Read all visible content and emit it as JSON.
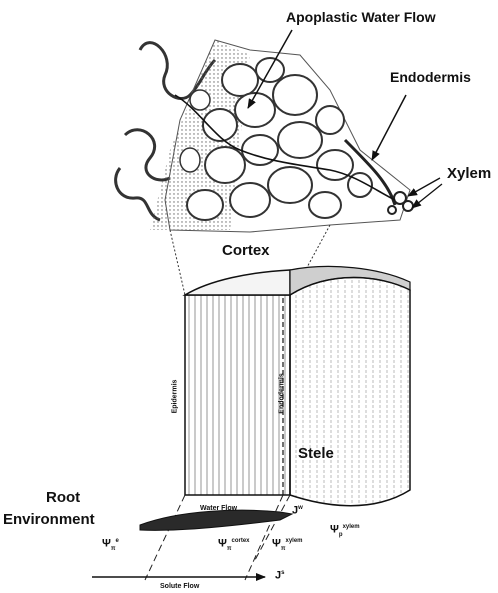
{
  "labels": {
    "apoplastic_water_flow": "Apoplastic Water Flow",
    "endodermis_top": "Endodermis",
    "xylem": "Xylem",
    "cortex": "Cortex",
    "epidermis_vertical": "Epidermis",
    "endodermis_vertical": "Endodermis",
    "stele": "Stele",
    "root": "Root",
    "environment": "Environment",
    "water_flow": "Water Flow",
    "solute_flow": "Solute Flow"
  },
  "symbols": {
    "jw": {
      "base": "J",
      "sup": "w",
      "sub": ""
    },
    "psi_env": {
      "base": "Ψ",
      "sup": "e",
      "sub": "π"
    },
    "psi_cortex": {
      "base": "Ψ",
      "sup": "cortex",
      "sub": "π"
    },
    "psi_xylem_mid": {
      "base": "Ψ",
      "sup": "xylem",
      "sub": "π"
    },
    "psi_xylem_right": {
      "base": "Ψ",
      "sup": "xylem",
      "sub": "p"
    },
    "js": {
      "base": "J",
      "sup": "s",
      "sub": ""
    }
  },
  "colors": {
    "ink": "#111111",
    "flow_arrow": "#2a2a2a",
    "hatch": "#7a7a7a",
    "stele_top": "#cfcfcf"
  }
}
